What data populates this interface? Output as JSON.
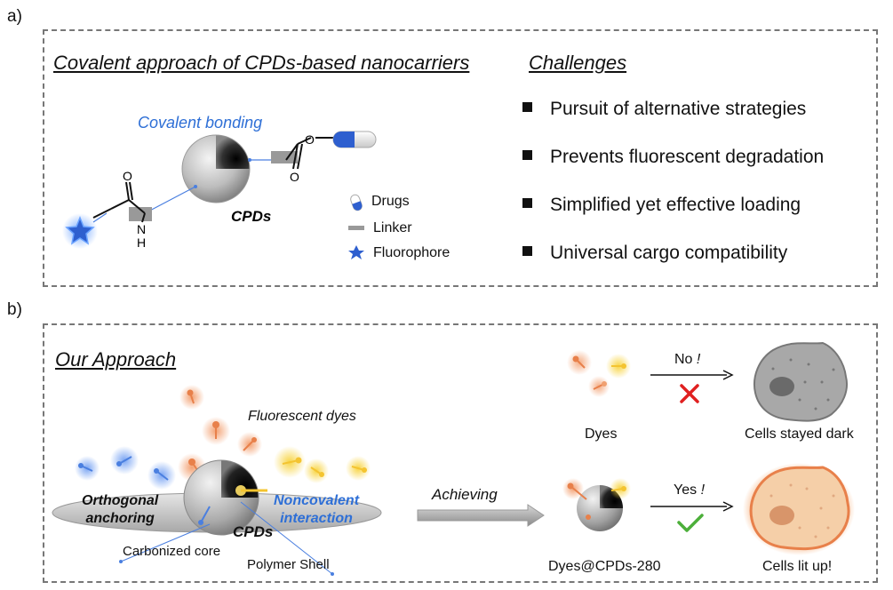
{
  "panel_a": {
    "letter": "a)",
    "title": "Covalent approach of CPDs-based nanocarriers",
    "covalent_label": "Covalent bonding",
    "cpds_label": "CPDs",
    "chem": {
      "o_top": "O",
      "o_ester": "O",
      "o_bottom": "O",
      "n": "N",
      "h": "H"
    },
    "legend": {
      "drugs": "Drugs",
      "linker": "Linker",
      "fluorophore": "Fluorophore"
    },
    "challenges_title": "Challenges",
    "challenges": [
      "Pursuit of alternative strategies",
      "Prevents fluorescent degradation",
      "Simplified yet effective loading",
      "Universal cargo compatibility"
    ]
  },
  "panel_b": {
    "letter": "b)",
    "title": "Our Approach",
    "fluorescent_dyes": "Fluorescent dyes",
    "orthogonal_line1": "Orthogonal",
    "orthogonal_line2": "anchoring",
    "noncovalent_line1": "Noncovalent",
    "noncovalent_line2": "interaction",
    "cpds_label": "CPDs",
    "carbonized_core": "Carbonized core",
    "polymer_shell": "Polymer Shell",
    "achieving": "Achieving",
    "dyes_label": "Dyes",
    "no_label": "No",
    "no_mark": "!",
    "cells_dark": "Cells stayed dark",
    "dyes_cpds": "Dyes@CPDs-280",
    "yes_label": "Yes",
    "yes_mark": "!",
    "cells_lit": "Cells lit up!"
  },
  "colors": {
    "blue_text": "#2e6fd6",
    "orange_dye": "#e8804a",
    "yellow_dye": "#f4c430",
    "blue_dye": "#4a7fe0",
    "red_cross": "#e02020",
    "green_check": "#4caf3a"
  }
}
